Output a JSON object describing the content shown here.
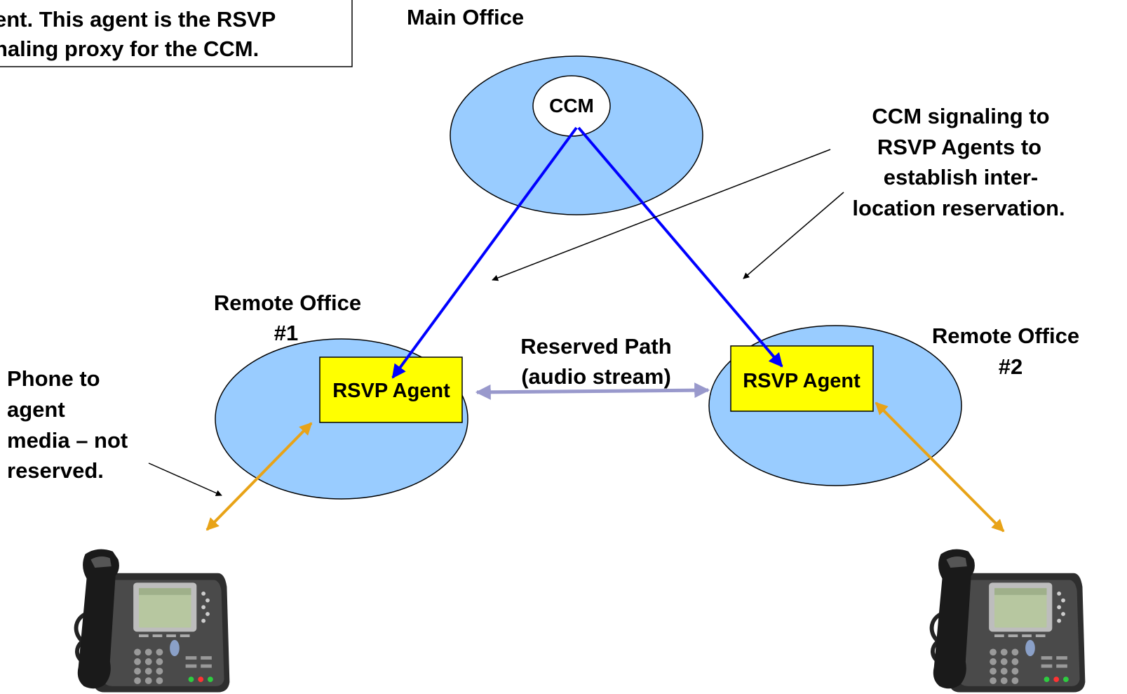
{
  "top_note": {
    "lines": [
      "ent. This agent is the RSVP",
      "naling proxy for the CCM."
    ]
  },
  "main_office": {
    "label": "Main Office",
    "ccm_label": "CCM",
    "fill_color": "#99ccff"
  },
  "remote_office_1": {
    "label_lines": [
      "Remote Office",
      "#1"
    ],
    "agent_label": "RSVP Agent"
  },
  "remote_office_2": {
    "label_lines": [
      "Remote Office",
      "#2"
    ],
    "agent_label": "RSVP Agent"
  },
  "reserved_path": {
    "lines": [
      "Reserved Path",
      "(audio stream)"
    ]
  },
  "ccm_signaling_note": {
    "lines": [
      "CCM signaling to",
      "RSVP Agents to",
      "establish inter-",
      "location reservation."
    ]
  },
  "phone_media_note": {
    "lines": [
      "Phone to",
      "agent",
      "media – not",
      "reserved."
    ]
  },
  "colors": {
    "office_fill": "#99ccff",
    "agent_fill": "#ffff00",
    "signal_line": "#0000ff",
    "media_line": "#e8a317",
    "reserved_path_line": "#9999cc"
  },
  "icons": {
    "phone_left": "ip-phone-icon",
    "phone_right": "ip-phone-icon"
  }
}
